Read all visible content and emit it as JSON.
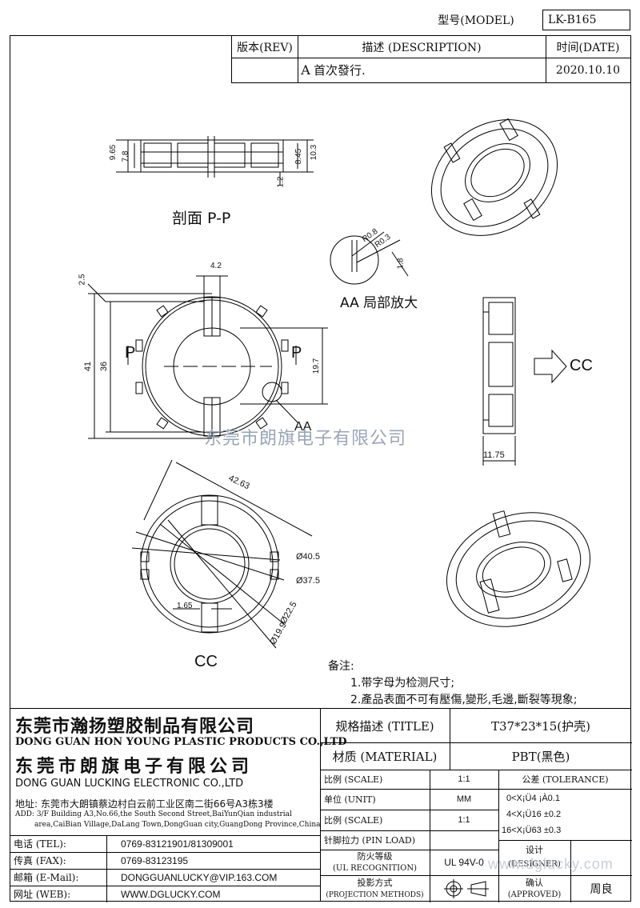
{
  "header": {
    "model_label": "型号(MODEL)",
    "model_value": "LK-B165",
    "rev_label": "版本(REV)",
    "desc_label": "描述 (DESCRIPTION)",
    "date_label": "时间(DATE)",
    "rev_value": "A",
    "desc_value": "首次發行.",
    "date_value": "2020.10.10"
  },
  "drawing": {
    "section_title": "剖面 P-P",
    "detail_title": "AA 局部放大",
    "detail_ref": "AA",
    "view_cc": "CC",
    "view_cc_arrow": "CC",
    "cut_left": "P",
    "cut_right": "P",
    "dims": {
      "d965": "9.65",
      "d78": "7.8",
      "d845": "8.45",
      "d103": "10.3",
      "d12": "1.2",
      "d42": "4.2",
      "d25": "2.5",
      "d41": "41",
      "d36": "36",
      "d197": "19.7",
      "d1175": "11.75",
      "d4263": "42.63",
      "d405": "Ø40.5",
      "d375": "Ø37.5",
      "d165": "1.65",
      "d225": "Ø22.5",
      "d199": "Ø19.9",
      "r08": "R0.8",
      "r03": "R0.3",
      "d18": "1.8"
    },
    "watermark": "东莞市朗旗电子有限公司",
    "watermark2": "www.dglucky.com"
  },
  "notes": {
    "title": "备注:",
    "items": [
      "1.带字母为检测尺寸;",
      "2.產品表面不可有壓傷,變形,毛邊,斷裂等現象;"
    ]
  },
  "company": {
    "cn1": "东莞市瀚扬塑胶制品有限公司",
    "en1": "DONG GUAN HON YOUNG PLASTIC PRODUCTS CO.,LTD",
    "cn2": "东莞市朗旗电子有限公司",
    "en2": "DONG GUAN LUCKING ELECTRONIC CO.,LTD",
    "address_cn": "地址: 东莞市大朗镇蔡边村白云前工业区南二街66号A3栋3楼",
    "address_en1": "ADD: 3/F Building A3,No.66,the South Second Street,BaiYunQian industrial",
    "address_en2": "area,CaiBian Village,DaLang Town,DongGuan city,GuangDong Province,China"
  },
  "contacts": [
    {
      "label": "电话 (TEL):",
      "value": "0769-83121901/81309001"
    },
    {
      "label": "传真 (FAX):",
      "value": "0769-83123195"
    },
    {
      "label": "邮箱 (E-Mail):",
      "value": "DONGGUANLUCKY@VIP.163.COM"
    },
    {
      "label": "网址 (WEB):",
      "value": "WWW.DGLUCKY.COM"
    }
  ],
  "spec": {
    "title_label": "规格描述 (TITLE)",
    "title_value": "T37*23*15(护壳)",
    "material_label": "材质 (MATERIAL)",
    "material_value": "PBT(黑色)",
    "scale_label": "比例 (SCALE)",
    "scale_value": "1:1",
    "unit_label": "单位 (UNIT)",
    "unit_value": "MM",
    "scale2_label": "比例 (SCALE)",
    "scale2_value": "1:1",
    "pin_label": "针脚拉力 (PIN LOAD)",
    "fire_label1": "防火等级",
    "fire_label2": "(UL RECOGNITION)",
    "fire_value": "UL 94V-0",
    "proj_label1": "投影方式",
    "proj_label2": "(PROJECTION METHODS)",
    "tol_label": "公差 (TOLERANCE)",
    "tol_lines": [
      "0<X¡Ü4  ¡À0.1",
      "4<X¡Ü16  ±0.2",
      "16<X¡Ü63 ±0.3"
    ],
    "design_label1": "设计",
    "design_label2": "(DESIGNER)",
    "approve_label1": "确认",
    "approve_label2": "(APPROVED)",
    "approve_value": "周良"
  }
}
